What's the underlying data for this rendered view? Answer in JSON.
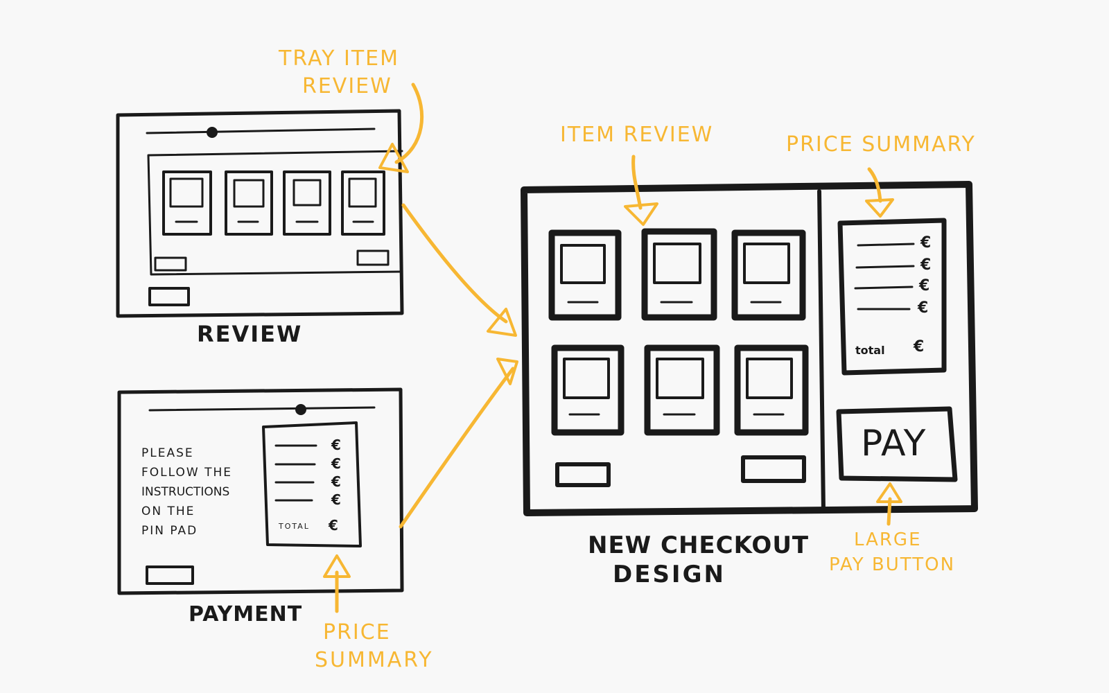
{
  "colors": {
    "ink": "#1a1a1a",
    "accent": "#f7b733",
    "background": "#f8f8f8"
  },
  "review": {
    "caption": "Review",
    "annotation_line1": "Tray item",
    "annotation_line2": "review"
  },
  "payment": {
    "caption": "Payment",
    "instructions": [
      "Please",
      "follow the",
      "instructions",
      "on the",
      "pin pad"
    ],
    "currency": "€",
    "total_label": "total",
    "annotation_line1": "Price",
    "annotation_line2": "summary"
  },
  "checkout": {
    "caption_line1": "New checkout",
    "caption_line2": "design",
    "item_review_label": "Item review",
    "price_summary_label": "Price summary",
    "currency": "€",
    "total_label": "total",
    "pay_button_label": "PAY",
    "pay_annotation_line1": "Large",
    "pay_annotation_line2": "pay button"
  }
}
